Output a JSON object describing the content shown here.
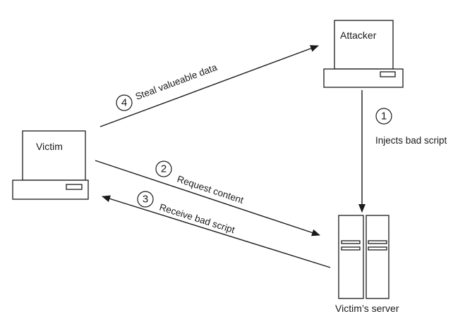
{
  "nodes": {
    "attacker": {
      "label": "Attacker"
    },
    "victim": {
      "label": "Victim"
    },
    "server": {
      "label": "Victim’s server"
    }
  },
  "steps": [
    {
      "number": "1",
      "label": "Injects bad script"
    },
    {
      "number": "2",
      "label": "Request content"
    },
    {
      "number": "3",
      "label": "Receive bad script"
    },
    {
      "number": "4",
      "label": "Steal valueable data"
    }
  ]
}
